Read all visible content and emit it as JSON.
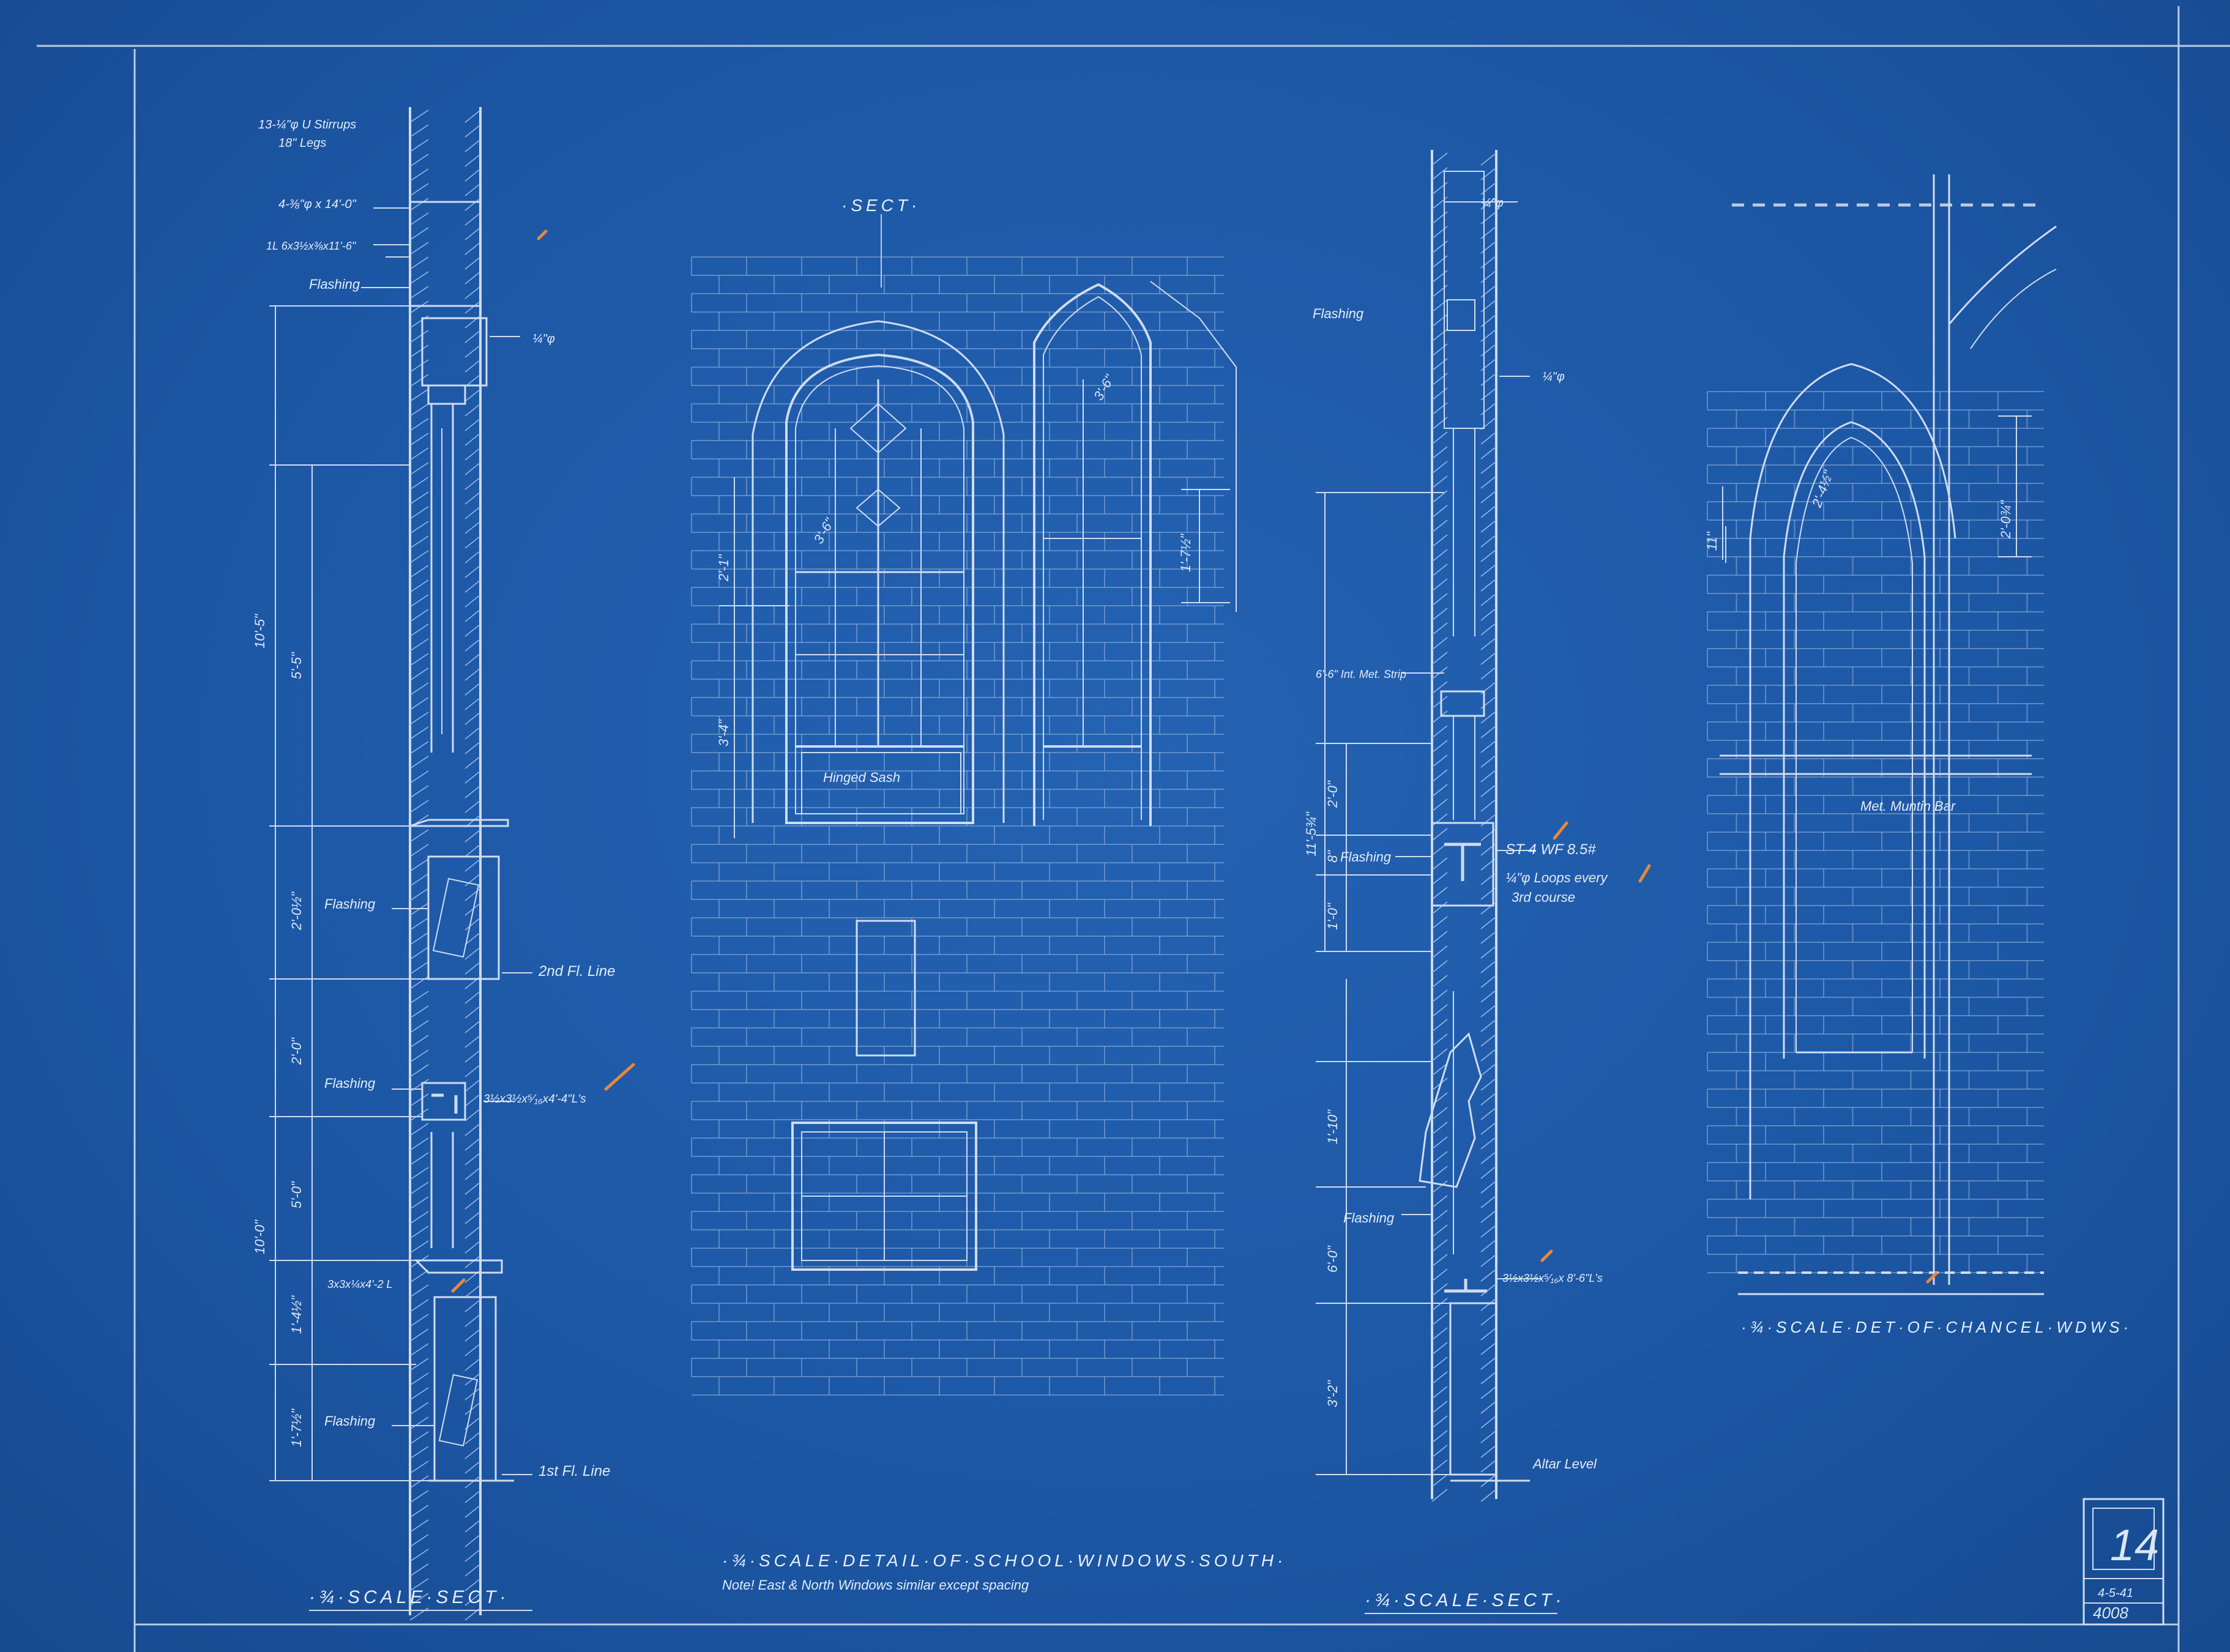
{
  "sections": {
    "left": {
      "labels": {
        "stirrups": "13-¼\"φ U Stirrups",
        "legs": "18\" Legs",
        "rod": "4-⅜\"φ x 14'-0\"",
        "angle": "1L 6x3½x⅜x11'-6\"",
        "flashing1": "Flashing",
        "bolt": "¼\"φ",
        "flashing2": "Flashing",
        "floor2": "2nd Fl. Line",
        "flashing3": "Flashing",
        "angles2": "3½x3½x⁵⁄₁₆x4'-4\"L's",
        "angle3": "3x3x¼x4'-2 L",
        "flashing4": "Flashing",
        "floor1": "1st Fl. Line"
      },
      "dims": {
        "d_total_upper": "10'-5\"",
        "d_55": "5'-5\"",
        "d_20a": "2'-0½\"",
        "d_20b": "2'-0\"",
        "d_total_lower": "10'-0\"",
        "d_50": "5'-0\"",
        "d_14": "1'-4½\"",
        "d_17": "1'-7½\""
      },
      "title": "·¾·SCALE·SECT·"
    },
    "center": {
      "sect_label": "·SECT·",
      "dims": {
        "arch_w": "3'-6\"",
        "arch_w2": "3'-6\"",
        "rise": "2'-1\"",
        "rise2": "1'-7½\"",
        "height": "3'-4\""
      },
      "hinged": "Hinged Sash",
      "title": "·¾·SCALE·DETAIL·OF·SCHOOL·WINDOWS·SOUTH·",
      "note": "Note! East & North Windows similar except spacing"
    },
    "right_section": {
      "labels": {
        "bolt1": "¼\"φ",
        "flashing1": "Flashing",
        "bolt2": "¼\"φ",
        "strip": "6'-6\" Int. Met. Strip",
        "wf": "ST 4 WF 8.5#",
        "flashing2": "Flashing",
        "loops": "¼\"φ Loops every",
        "course": "3rd course",
        "flashing3": "Flashing",
        "angles": "3½x3½x⁵⁄₁₆x 8'-6\"L's",
        "altar": "Altar Level"
      },
      "dims": {
        "d_total": "11'-5¾\"",
        "d_20": "2'-0\"",
        "d_8": "8\"",
        "d_10": "1'-0\"",
        "d_110": "1'-10\"",
        "d_60": "6'-0\"",
        "d_32": "3'-2\""
      },
      "title": "·¾·SCALE·SECT·"
    },
    "chancel": {
      "dims": {
        "w": "2'-4½\"",
        "h": "11\"",
        "rise": "2'-0¾\""
      },
      "muntin": "Met. Muntin Bar",
      "title": "·¾·SCALE·DET·OF·CHANCEL·WDWS·"
    }
  },
  "title_block": {
    "sheet": "14",
    "date": "4-5-41",
    "number": "4008"
  }
}
